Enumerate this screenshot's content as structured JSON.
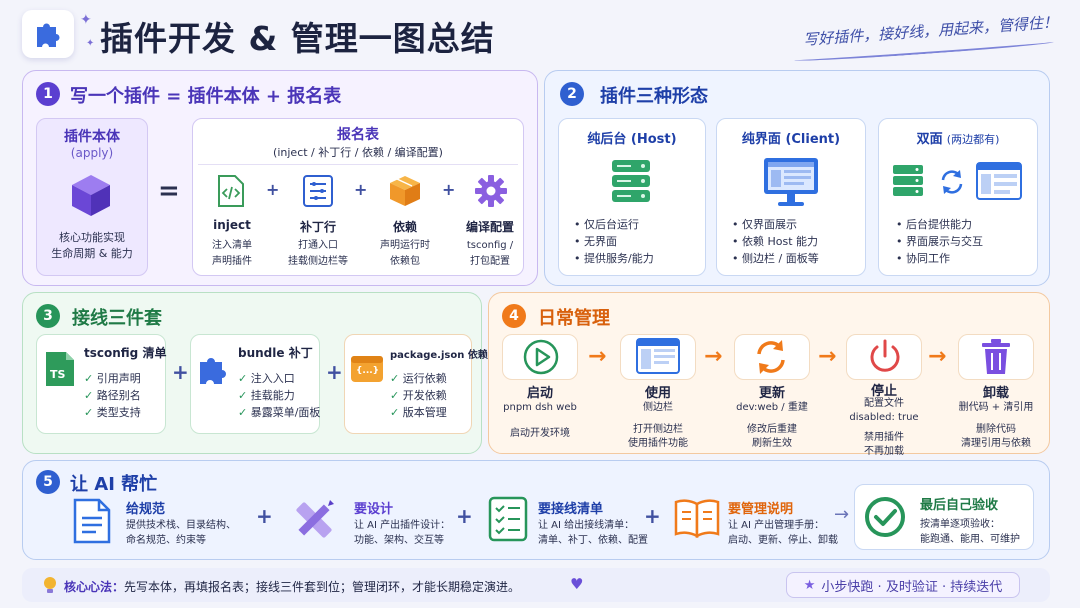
{
  "header": {
    "title": "插件开发 & 管理一图总结",
    "slogan": "写好插件，接好线，用起来，管得住！"
  },
  "colors": {
    "purple": "#5b3fd0",
    "blue": "#2f5fd0",
    "green": "#27955a",
    "orange": "#f07a1a"
  },
  "sec1": {
    "num": "1",
    "title": "写一个插件 = 插件本体 + 报名表",
    "body": {
      "title": "插件本体",
      "subtitle": "(apply)",
      "desc1": "核心功能实现",
      "desc2": "生命周期 & 能力"
    },
    "eq": "=",
    "reg": {
      "title": "报名表",
      "subtitle": "(inject / 补丁行 / 依赖 / 编译配置)",
      "items": [
        {
          "name": "inject",
          "d1": "注入清单",
          "d2": "声明插件",
          "icon": "code-file-icon"
        },
        {
          "name": "补丁行",
          "d1": "打通入口",
          "d2": "挂载侧边栏等",
          "icon": "patch-list-icon"
        },
        {
          "name": "依赖",
          "d1": "声明运行时",
          "d2": "依赖包",
          "icon": "package-box-icon"
        },
        {
          "name": "编译配置",
          "d1": "tsconfig /",
          "d2": "打包配置",
          "icon": "gear-icon"
        }
      ],
      "plus": "+"
    }
  },
  "sec2": {
    "num": "2",
    "title": "插件三种形态",
    "forms": [
      {
        "title": "纯后台 (Host)",
        "items": [
          "仅后台运行",
          "无界面",
          "提供服务/能力"
        ]
      },
      {
        "title": "纯界面 (Client)",
        "items": [
          "仅界面展示",
          "依赖 Host 能力",
          "侧边栏 / 面板等"
        ]
      },
      {
        "title": "双面",
        "title_note": "(两边都有)",
        "items": [
          "后台提供能力",
          "界面展示与交互",
          "协同工作"
        ]
      }
    ]
  },
  "sec3": {
    "num": "3",
    "title": "接线三件套",
    "cards": [
      {
        "title": "tsconfig 清单",
        "items": [
          "引用声明",
          "路径别名",
          "类型支持"
        ],
        "icon_text": "TS"
      },
      {
        "title": "bundle 补丁",
        "items": [
          "注入入口",
          "挂载能力",
          "暴露菜单/面板"
        ]
      },
      {
        "title": "package.json 依赖",
        "items": [
          "运行依赖",
          "开发依赖",
          "版本管理"
        ],
        "icon_text": "{...}"
      }
    ],
    "plus": "+",
    "check": "✓"
  },
  "sec4": {
    "num": "4",
    "title": "日常管理",
    "steps": [
      {
        "name": "启动",
        "sub1": "pnpm dsh web",
        "sub2": "",
        "below1": "启动开发环境",
        "below2": ""
      },
      {
        "name": "使用",
        "sub1": "侧边栏",
        "sub2": "",
        "below1": "打开侧边栏",
        "below2": "使用插件功能"
      },
      {
        "name": "更新",
        "sub1": "dev:web / 重建",
        "sub2": "",
        "below1": "修改后重建",
        "below2": "刷新生效"
      },
      {
        "name": "停止",
        "sub1": "配置文件",
        "sub2": "disabled: true",
        "below1": "禁用插件",
        "below2": "不再加载"
      },
      {
        "name": "卸载",
        "sub1": "删代码 + 清引用",
        "sub2": "",
        "below1": "删除代码",
        "below2": "清理引用与依赖"
      }
    ],
    "arrow": "→"
  },
  "sec5": {
    "num": "5",
    "title": "让 AI 帮忙",
    "items": [
      {
        "title": "给规范",
        "d1": "提供技术栈、目录结构、",
        "d2": "命名规范、约束等",
        "color": "#2f5fd0"
      },
      {
        "title": "要设计",
        "d1": "让 AI 产出插件设计：",
        "d2": "功能、架构、交互等",
        "color": "#5b3fd0"
      },
      {
        "title": "要接线清单",
        "d1": "让 AI 给出接线清单：",
        "d2": "清单、补丁、依赖、配置",
        "color": "#2f5fd0"
      },
      {
        "title": "要管理说明",
        "d1": "让 AI 产出管理手册：",
        "d2": "启动、更新、停止、卸载",
        "color": "#e0650c"
      }
    ],
    "final": {
      "title": "最后自己验收",
      "d1": "按清单逐项验收：",
      "d2": "能跑通、能用、可维护"
    },
    "plus": "+",
    "arrow": "→"
  },
  "footer": {
    "label": "核心心法：",
    "text": "先写本体，再填报名表；接线三件套到位；管理闭环，才能长期稳定演进。",
    "heart": "♥",
    "pill_star": "★",
    "pill": "小步快跑 · 及时验证 · 持续迭代"
  }
}
